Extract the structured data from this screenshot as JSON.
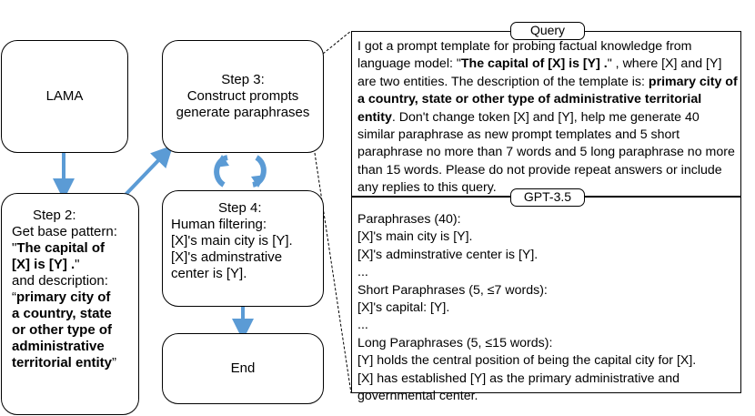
{
  "lama": {
    "label": "LAMA"
  },
  "step2": {
    "title": "Step 2:",
    "line1": "Get base pattern:",
    "pattern_open": "\"",
    "pattern_bold1": "The capital of",
    "pattern_bold2": "[X] is [Y] .",
    "pattern_close": "\"",
    "desc_label": "and description:",
    "desc_open": "“",
    "desc_bold1": "primary city of",
    "desc_bold2": "a country, state",
    "desc_bold3": "or other type of",
    "desc_bold4": "administrative",
    "desc_bold5": "territorial entity",
    "desc_close": "”"
  },
  "step3": {
    "title": "Step 3:",
    "line1": "Construct prompts",
    "line2": "generate paraphrases"
  },
  "step4": {
    "title": "Step 4:",
    "line1": "Human filtering:",
    "line2": "[X]'s main city is [Y].",
    "line3": "[X]'s adminstrative",
    "line4": "center is [Y]."
  },
  "end": {
    "label": "End"
  },
  "query": {
    "tag": "Query",
    "p1": "I got a prompt template for probing factual knowledge from language model: \"",
    "p1_bold": "The capital of [X] is [Y] .",
    "p2": "\" , where [X] and [Y] are two entities. The description of the template is: ",
    "p2_bold": "primary city of a country, state or other type of administrative territorial entity",
    "p3": ". Don't change token [X] and [Y], help me generate 40 similar paraphrase as new prompt templates and 5 short paraphrase no more than 7 words and 5 long paraphrase no more than 15 words.  Please do not provide repeat answers or include any replies to this query."
  },
  "gpt": {
    "tag": "GPT-3.5",
    "lines": [
      "Paraphrases (40):",
      "[X]'s main city is [Y].",
      "[X]'s adminstrative center is [Y].",
      "...",
      "Short Paraphrases (5, ≤7 words):",
      "[X]'s capital: [Y].",
      "...",
      "Long Paraphrases (5, ≤15 words):",
      "[Y] holds the central position of being the capital city for [X].",
      "[X] has established [Y] as the primary administrative and",
      "governmental center."
    ]
  },
  "colors": {
    "arrow": "#5b9bd5",
    "reject": "#e8332a",
    "accept": "#16a34a"
  },
  "icons": {
    "reject": "cross-mark-icon",
    "accept": "circle-check-icon",
    "cycle": "refresh-cycle-icon"
  }
}
